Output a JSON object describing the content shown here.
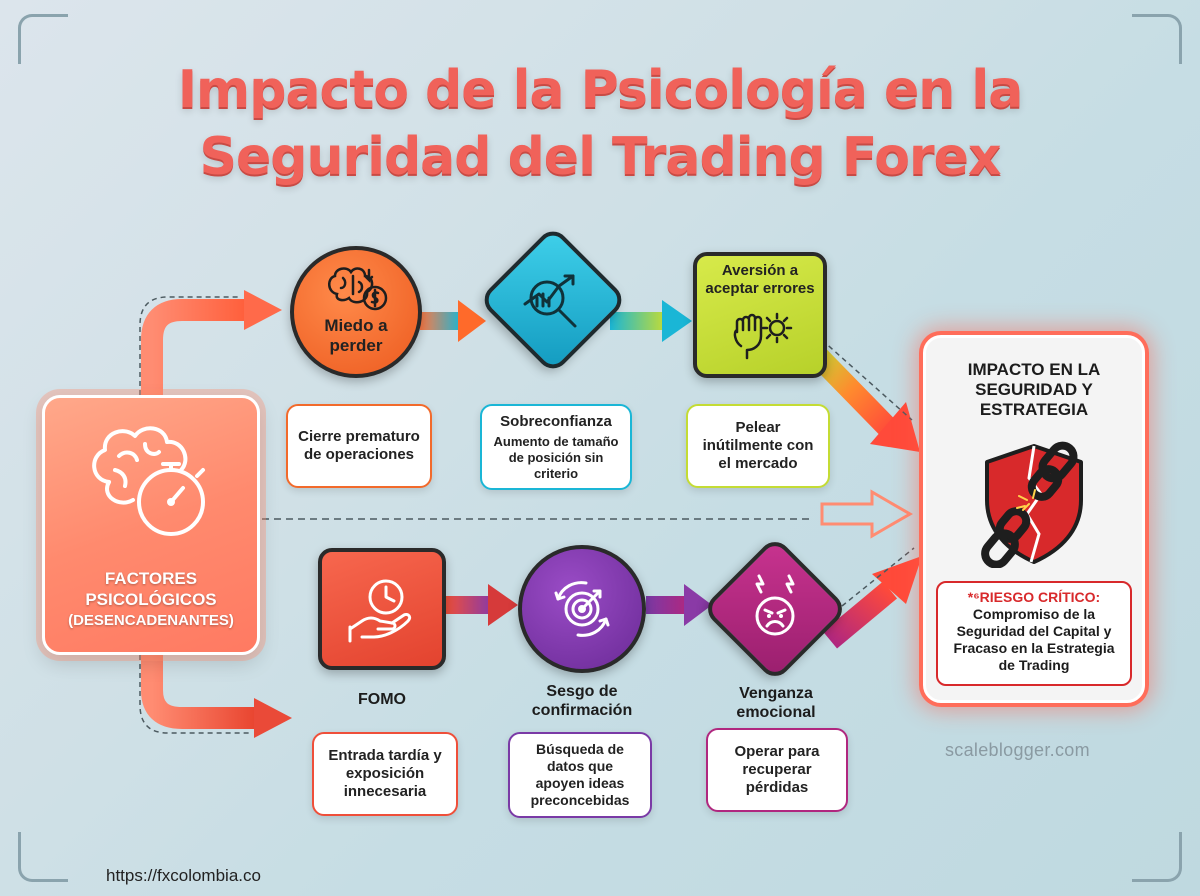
{
  "title": {
    "line1": "Impacto de la Psicología en la",
    "line2": "Seguridad del Trading Forex"
  },
  "colors": {
    "title": "#f0625a",
    "factores": "#ff8a6e",
    "miedo": "#f26a2b",
    "sobreconfianza": "#1ab6d6",
    "aversion": "#c4dc34",
    "fomo": "#ef4f3a",
    "sesgo": "#7a3aa6",
    "venganza": "#b0277f",
    "risk": "#d8292b"
  },
  "factores": {
    "icon": "brain-stopwatch-icon",
    "line1": "FACTORES",
    "line2": "PSICOLÓGICOS",
    "line3": "(DESENCADENANTES)"
  },
  "top_row": [
    {
      "label": "Miedo a perder",
      "label1": "Miedo a",
      "label2": "perder",
      "icon": "brain-money-icon",
      "card": [
        "Cierre prematuro",
        "de operaciones"
      ]
    },
    {
      "label": "Sobreconfianza",
      "icon": "magnifier-chart-icon",
      "card": [
        "Aumento de tamaño",
        "de posición sin",
        "criterio"
      ]
    },
    {
      "label1": "Aversión a",
      "label2": "aceptar errores",
      "icon": "fist-gear-icon",
      "card": [
        "Pelear",
        "inútilmente con",
        "el mercado"
      ]
    }
  ],
  "bottom_row": [
    {
      "label": "FOMO",
      "icon": "hand-clock-icon",
      "card": [
        "Entrada tardía y",
        "exposición",
        "innecesaria"
      ]
    },
    {
      "label1": "Sesgo de",
      "label2": "confirmación",
      "icon": "target-cycle-icon",
      "card": [
        "Búsqueda de",
        "datos que",
        "apoyen ideas",
        "preconcebidas"
      ]
    },
    {
      "label1": "Venganza",
      "label2": "emocional",
      "icon": "angry-face-icon",
      "card": [
        "Operar para",
        "recuperar",
        "pérdidas"
      ]
    }
  ],
  "impact": {
    "title": [
      "IMPACTO EN LA",
      "SEGURIDAD Y",
      "ESTRATEGIA"
    ],
    "icon": "broken-shield-chain-icon",
    "risk_head": "*⁶RIESGO CRÍTICO:",
    "risk_lines": [
      "Compromiso de la",
      "Seguridad del Capital y",
      "Fracaso en la Estrategia",
      "de Trading"
    ]
  },
  "footer": {
    "url": "https://fxcolombia.co",
    "watermark": "scaleblogger.com"
  }
}
